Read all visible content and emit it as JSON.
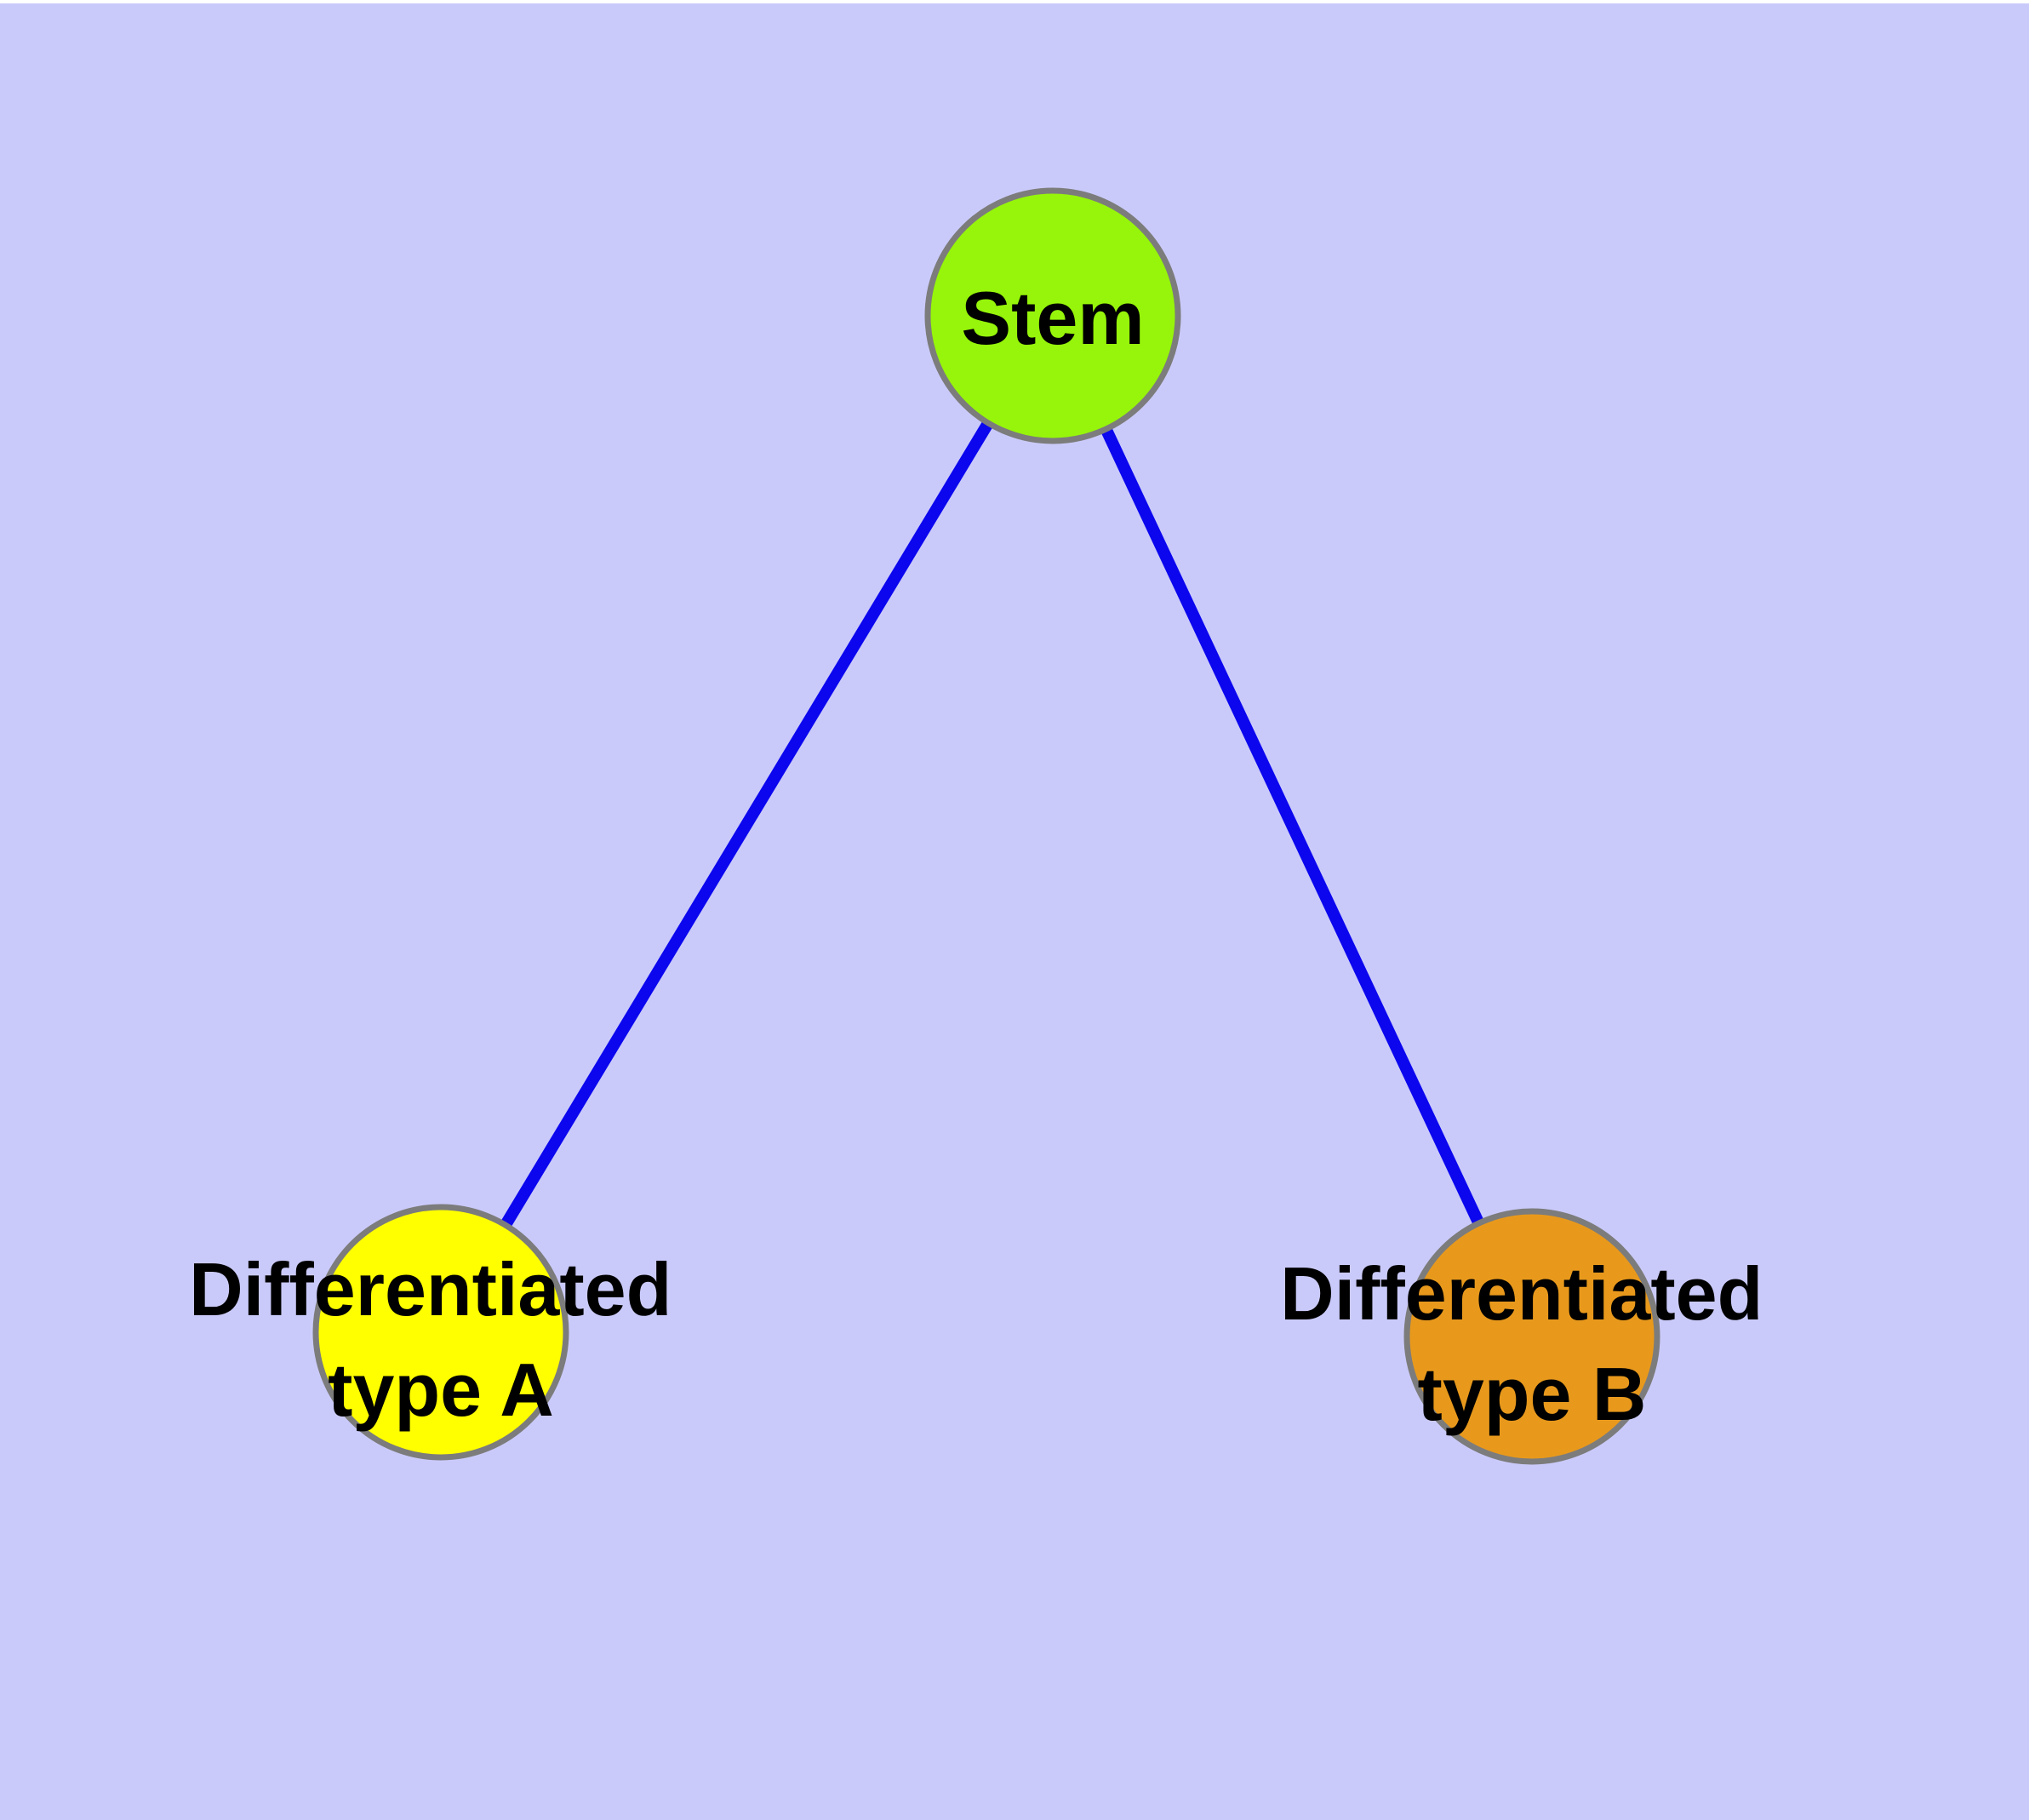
{
  "canvas": {
    "background": "#CACAFA",
    "top_margin_color": "#FFFFFF",
    "node_border_color": "#7C7C7C",
    "text_color": "#000000"
  },
  "edges": {
    "color": "#0B06EE",
    "list": [
      {
        "from": "stem",
        "to": "type_a"
      },
      {
        "from": "stem",
        "to": "type_b"
      }
    ]
  },
  "nodes": {
    "stem": {
      "label": "Stem",
      "fill": "#96F50A"
    },
    "type_a": {
      "label_line1": "Differentiated",
      "label_line2": "type A",
      "fill": "#FFFF00"
    },
    "type_b": {
      "label_line1": "Differentiated",
      "label_line2": "type B",
      "fill": "#E8991C"
    }
  }
}
